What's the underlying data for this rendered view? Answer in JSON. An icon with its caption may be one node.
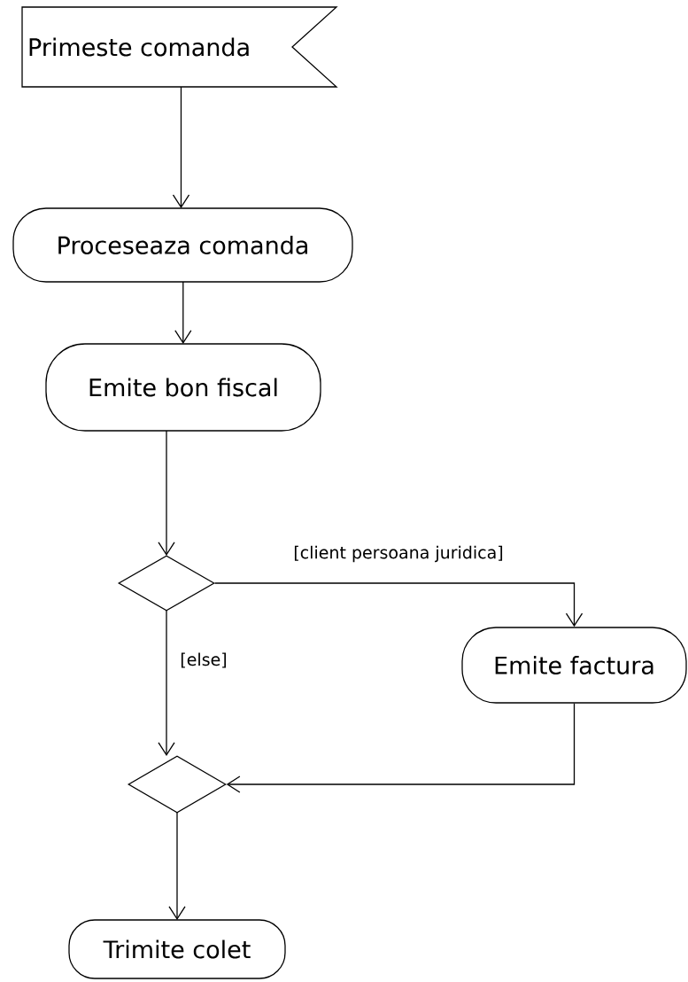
{
  "diagram": {
    "nodes": [
      {
        "text": [
          "Primeste comanda"
        ]
      },
      {
        "text": [
          "Proceseaza comanda"
        ]
      },
      {
        "text": [
          "Emite bon fiscal"
        ]
      },
      {
        "text": [],
        "shape": "diamond"
      },
      {
        "text": [
          "Emite factura"
        ]
      },
      {
        "text": [],
        "shape": "diamond"
      },
      {
        "text": [
          "Trimite colet"
        ]
      }
    ],
    "edges": [
      {
        "from": 0,
        "to": 1,
        "arrow": "to"
      },
      {
        "from": 1,
        "to": 2,
        "arrow": "to"
      },
      {
        "from": 2,
        "to": 3,
        "arrow": "to"
      },
      {
        "from": 3,
        "to": 4,
        "arrow": "to",
        "label": "[client persoana juridica]"
      },
      {
        "from": 3,
        "to": 5,
        "arrow": "to",
        "label": "[else]"
      },
      {
        "from": 4,
        "to": 5,
        "arrow": "to"
      },
      {
        "from": 5,
        "to": 6,
        "arrow": "to"
      }
    ]
  }
}
